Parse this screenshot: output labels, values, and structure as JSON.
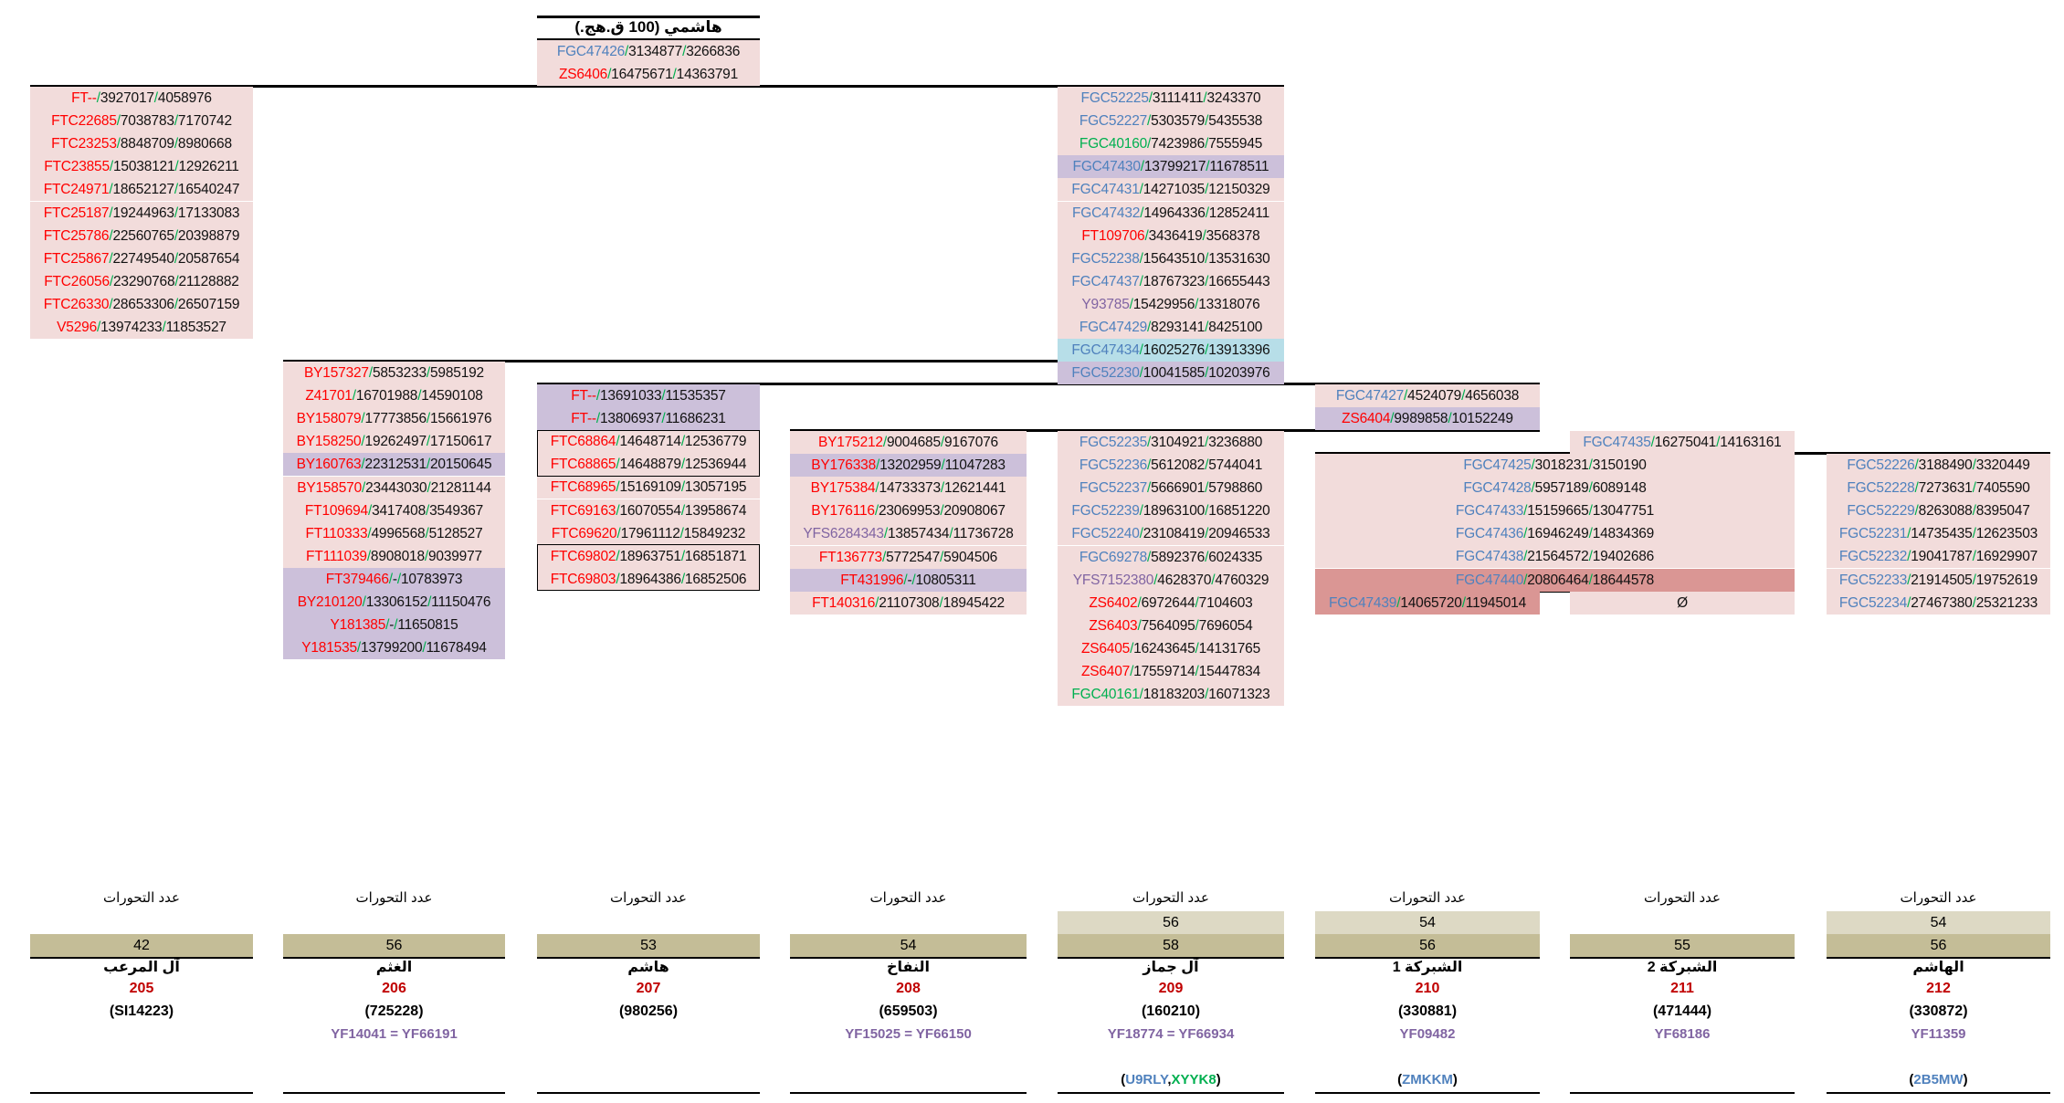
{
  "title": "هاشمي (100 ق.هج.)",
  "colors": {
    "slash": "#00b050",
    "snp_red": "#ff0000",
    "snp_blue": "#4f81bd",
    "snp_green": "#00b050",
    "snp_purple": "#8064a2",
    "bg_pink": "#f2dcdb",
    "bg_lavender": "#ccc0da",
    "bg_cyan": "#b7dee8",
    "bg_rose": "#da9694"
  },
  "groups": {
    "root": [
      {
        "snp": "FGC47426",
        "c": "blue",
        "a": "3134877",
        "b": "3266836",
        "bg": "pink"
      },
      {
        "snp": "ZS6406",
        "c": "red",
        "a": "16475671",
        "b": "14363791",
        "bg": "pink"
      }
    ],
    "col1": [
      {
        "snp": "FT--",
        "c": "red",
        "a": "3927017",
        "b": "4058976",
        "bg": "pink"
      },
      {
        "snp": "FTC22685",
        "c": "red",
        "a": "7038783",
        "b": "7170742",
        "bg": "pink"
      },
      {
        "snp": "FTC23253",
        "c": "red",
        "a": "8848709",
        "b": "8980668",
        "bg": "pink"
      },
      {
        "snp": "FTC23855",
        "c": "red",
        "a": "15038121",
        "b": "12926211",
        "bg": "pink"
      },
      {
        "snp": "FTC24971",
        "c": "red",
        "a": "18652127",
        "b": "16540247",
        "bg": "pink"
      },
      {
        "snp": "FTC25187",
        "c": "red",
        "a": "19244963",
        "b": "17133083",
        "bg": "pink"
      },
      {
        "snp": "FTC25786",
        "c": "red",
        "a": "22560765",
        "b": "20398879",
        "bg": "pink"
      },
      {
        "snp": "FTC25867",
        "c": "red",
        "a": "22749540",
        "b": "20587654",
        "bg": "pink"
      },
      {
        "snp": "FTC26056",
        "c": "red",
        "a": "23290768",
        "b": "21128882",
        "bg": "pink"
      },
      {
        "snp": "FTC26330",
        "c": "red",
        "a": "28653306",
        "b": "26507159",
        "bg": "pink"
      },
      {
        "snp": "V5296",
        "c": "red",
        "a": "13974233",
        "b": "11853527",
        "bg": "pink"
      }
    ],
    "col5top": [
      {
        "snp": "FGC52225",
        "c": "blue",
        "a": "3111411",
        "b": "3243370",
        "bg": "pink"
      },
      {
        "snp": "FGC52227",
        "c": "blue",
        "a": "5303579",
        "b": "5435538",
        "bg": "pink"
      },
      {
        "snp": "FGC40160",
        "c": "green",
        "a": "7423986",
        "b": "7555945",
        "bg": "pink"
      },
      {
        "snp": "FGC47430",
        "c": "blue",
        "a": "13799217",
        "b": "11678511",
        "bg": "lav"
      },
      {
        "snp": "FGC47431",
        "c": "blue",
        "a": "14271035",
        "b": "12150329",
        "bg": "pink"
      },
      {
        "snp": "FGC47432",
        "c": "blue",
        "a": "14964336",
        "b": "12852411",
        "bg": "pink"
      },
      {
        "snp": "FT109706",
        "c": "red",
        "a": "3436419",
        "b": "3568378",
        "bg": "pink"
      },
      {
        "snp": "FGC52238",
        "c": "blue",
        "a": "15643510",
        "b": "13531630",
        "bg": "pink"
      },
      {
        "snp": "FGC47437",
        "c": "blue",
        "a": "18767323",
        "b": "16655443",
        "bg": "pink"
      },
      {
        "snp": "Y93785",
        "c": "purple",
        "a": "15429956",
        "b": "13318076",
        "bg": "pink"
      },
      {
        "snp": "FGC47429",
        "c": "blue",
        "a": "8293141",
        "b": "8425100",
        "bg": "pink"
      },
      {
        "snp": "FGC47434",
        "c": "blue",
        "a": "16025276",
        "b": "13913396",
        "bg": "cyan"
      }
    ],
    "col5mid": [
      {
        "snp": "FGC52230",
        "c": "blue",
        "a": "10041585",
        "b": "10203976",
        "bg": "lav"
      }
    ],
    "col2": [
      {
        "snp": "BY157327",
        "c": "red",
        "a": "5853233",
        "b": "5985192",
        "bg": "pink"
      },
      {
        "snp": "Z41701",
        "c": "red",
        "a": "16701988",
        "b": "14590108",
        "bg": "pink"
      },
      {
        "snp": "BY158079",
        "c": "red",
        "a": "17773856",
        "b": "15661976",
        "bg": "pink"
      },
      {
        "snp": "BY158250",
        "c": "red",
        "a": "19262497",
        "b": "17150617",
        "bg": "pink"
      },
      {
        "snp": "BY160763",
        "c": "red",
        "a": "22312531",
        "b": "20150645",
        "bg": "lav"
      },
      {
        "snp": "BY158570",
        "c": "red",
        "a": "23443030",
        "b": "21281144",
        "bg": "pink"
      },
      {
        "snp": "FT109694",
        "c": "red",
        "a": "3417408",
        "b": "3549367",
        "bg": "pink"
      },
      {
        "snp": "FT110333",
        "c": "red",
        "a": "4996568",
        "b": "5128527",
        "bg": "pink"
      },
      {
        "snp": "FT111039",
        "c": "red",
        "a": "8908018",
        "b": "9039977",
        "bg": "pink"
      },
      {
        "snp": "FT379466",
        "c": "red",
        "a": "-",
        "b": "10783973",
        "bg": "lav"
      },
      {
        "snp": "BY210120",
        "c": "red",
        "a": "13306152",
        "b": "11150476",
        "bg": "lav"
      },
      {
        "snp": "Y181385",
        "c": "red",
        "a": "-",
        "b": "11650815",
        "bg": "lav"
      },
      {
        "snp": "Y181535",
        "c": "red",
        "a": "13799200",
        "b": "11678494",
        "bg": "lav"
      }
    ],
    "col3": [
      {
        "snp": "FT--",
        "c": "red",
        "a": "13691033",
        "b": "11535357",
        "bg": "lav"
      },
      {
        "snp": "FT--",
        "c": "red",
        "a": "13806937",
        "b": "11686231",
        "bg": "lav"
      },
      {
        "snp": "FTC68864",
        "c": "red",
        "a": "14648714",
        "b": "12536779",
        "bg": "pink"
      },
      {
        "snp": "FTC68865",
        "c": "red",
        "a": "14648879",
        "b": "12536944",
        "bg": "pink"
      },
      {
        "snp": "FTC68965",
        "c": "red",
        "a": "15169109",
        "b": "13057195",
        "bg": "pink"
      },
      {
        "snp": "FTC69163",
        "c": "red",
        "a": "16070554",
        "b": "13958674",
        "bg": "pink"
      },
      {
        "snp": "FTC69620",
        "c": "red",
        "a": "17961112",
        "b": "15849232",
        "bg": "pink"
      },
      {
        "snp": "FTC69802",
        "c": "red",
        "a": "18963751",
        "b": "16851871",
        "bg": "pink"
      },
      {
        "snp": "FTC69803",
        "c": "red",
        "a": "18964386",
        "b": "16852506",
        "bg": "pink"
      }
    ],
    "col4": [
      {
        "snp": "BY175212",
        "c": "red",
        "a": "9004685",
        "b": "9167076",
        "bg": "pink"
      },
      {
        "snp": "BY176338",
        "c": "red",
        "a": "13202959",
        "b": "11047283",
        "bg": "lav"
      },
      {
        "snp": "BY175384",
        "c": "red",
        "a": "14733373",
        "b": "12621441",
        "bg": "pink"
      },
      {
        "snp": "BY176116",
        "c": "red",
        "a": "23069953",
        "b": "20908067",
        "bg": "pink"
      },
      {
        "snp": "YFS6284343",
        "c": "purple",
        "a": "13857434",
        "b": "11736728",
        "bg": "pink"
      },
      {
        "snp": "FT136773",
        "c": "red",
        "a": "5772547",
        "b": "5904506",
        "bg": "pink"
      },
      {
        "snp": "FT431996",
        "c": "red",
        "a": "-",
        "b": "10805311",
        "bg": "lav"
      },
      {
        "snp": "FT140316",
        "c": "red",
        "a": "21107308",
        "b": "18945422",
        "bg": "pink"
      }
    ],
    "col5low": [
      {
        "snp": "FGC52235",
        "c": "blue",
        "a": "3104921",
        "b": "3236880",
        "bg": "pink"
      },
      {
        "snp": "FGC52236",
        "c": "blue",
        "a": "5612082",
        "b": "5744041",
        "bg": "pink"
      },
      {
        "snp": "FGC52237",
        "c": "blue",
        "a": "5666901",
        "b": "5798860",
        "bg": "pink"
      },
      {
        "snp": "FGC52239",
        "c": "blue",
        "a": "18963100",
        "b": "16851220",
        "bg": "pink"
      },
      {
        "snp": "FGC52240",
        "c": "blue",
        "a": "23108419",
        "b": "20946533",
        "bg": "pink"
      },
      {
        "snp": "FGC69278",
        "c": "blue",
        "a": "5892376",
        "b": "6024335",
        "bg": "pink"
      },
      {
        "snp": "YFS7152380",
        "c": "purple",
        "a": "4628370",
        "b": "4760329",
        "bg": "pink"
      },
      {
        "snp": "ZS6402",
        "c": "red",
        "a": "6972644",
        "b": "7104603",
        "bg": "pink"
      },
      {
        "snp": "ZS6403",
        "c": "red",
        "a": "7564095",
        "b": "7696054",
        "bg": "pink"
      },
      {
        "snp": "ZS6405",
        "c": "red",
        "a": "16243645",
        "b": "14131765",
        "bg": "pink"
      },
      {
        "snp": "ZS6407",
        "c": "red",
        "a": "17559714",
        "b": "15447834",
        "bg": "pink"
      },
      {
        "snp": "FGC40161",
        "c": "green",
        "a": "18183203",
        "b": "16071323",
        "bg": "pink"
      }
    ],
    "col6top": [
      {
        "snp": "FGC47427",
        "c": "blue",
        "a": "4524079",
        "b": "4656038",
        "bg": "pink"
      },
      {
        "snp": "ZS6404",
        "c": "red",
        "a": "9989858",
        "b": "10152249",
        "bg": "lav"
      }
    ],
    "col7top": [
      {
        "snp": "FGC47435",
        "c": "blue",
        "a": "16275041",
        "b": "14163161",
        "bg": "pink"
      }
    ],
    "col67merged": [
      {
        "snp": "FGC47425",
        "c": "blue",
        "a": "3018231",
        "b": "3150190",
        "bg": "pink"
      },
      {
        "snp": "FGC47428",
        "c": "blue",
        "a": "5957189",
        "b": "6089148",
        "bg": "pink"
      },
      {
        "snp": "FGC47433",
        "c": "blue",
        "a": "15159665",
        "b": "13047751",
        "bg": "pink"
      },
      {
        "snp": "FGC47436",
        "c": "blue",
        "a": "16946249",
        "b": "14834369",
        "bg": "pink"
      },
      {
        "snp": "FGC47438",
        "c": "blue",
        "a": "21564572",
        "b": "19402686",
        "bg": "pink"
      },
      {
        "snp": "FGC47440",
        "c": "blue",
        "a": "20806464",
        "b": "18644578",
        "bg": "rose"
      }
    ],
    "col6low": [
      {
        "snp": "FGC47439",
        "c": "blue",
        "a": "14065720",
        "b": "11945014",
        "bg": "rose"
      }
    ],
    "col7low_empty": "Ø",
    "col8": [
      {
        "snp": "FGC52226",
        "c": "blue",
        "a": "3188490",
        "b": "3320449",
        "bg": "pink"
      },
      {
        "snp": "FGC52228",
        "c": "blue",
        "a": "7273631",
        "b": "7405590",
        "bg": "pink"
      },
      {
        "snp": "FGC52229",
        "c": "blue",
        "a": "8263088",
        "b": "8395047",
        "bg": "pink"
      },
      {
        "snp": "FGC52231",
        "c": "blue",
        "a": "14735435",
        "b": "12623503",
        "bg": "pink"
      },
      {
        "snp": "FGC52232",
        "c": "blue",
        "a": "19041787",
        "b": "16929907",
        "bg": "pink"
      },
      {
        "snp": "FGC52233",
        "c": "blue",
        "a": "21914505",
        "b": "19752619",
        "bg": "pink"
      },
      {
        "snp": "FGC52234",
        "c": "blue",
        "a": "27467380",
        "b": "25321233",
        "bg": "pink"
      }
    ]
  },
  "footer": {
    "mutations_label": "عدد التحورات",
    "branches": [
      {
        "counts": [
          "42"
        ],
        "name": "آل المرعب",
        "number": "205",
        "id": "(SI14223)",
        "yf": "",
        "kit": []
      },
      {
        "counts": [
          "56"
        ],
        "name": "الغثم",
        "number": "206",
        "id": "(725228)",
        "yf": "YF14041 = YF66191",
        "kit": []
      },
      {
        "counts": [
          "53"
        ],
        "name": "هاشم",
        "number": "207",
        "id": "(980256)",
        "yf": "",
        "kit": []
      },
      {
        "counts": [
          "54"
        ],
        "name": "النفاخ",
        "number": "208",
        "id": "(659503)",
        "yf": "YF15025 = YF66150",
        "kit": []
      },
      {
        "counts": [
          "56",
          "58"
        ],
        "name": "آل جماز",
        "number": "209",
        "id": "(160210)",
        "yf": "YF18774 = YF66934",
        "kit": [
          {
            "t": "(",
            "c": "black"
          },
          {
            "t": "U9RLY",
            "c": "blue"
          },
          {
            "t": ",",
            "c": "black"
          },
          {
            "t": "XYYK8",
            "c": "green"
          },
          {
            "t": ")",
            "c": "black"
          }
        ]
      },
      {
        "counts": [
          "54",
          "56"
        ],
        "name": "الشبركة 1",
        "number": "210",
        "id": "(330881)",
        "yf": "YF09482",
        "kit": [
          {
            "t": "(",
            "c": "black"
          },
          {
            "t": "ZMKKM",
            "c": "blue"
          },
          {
            "t": ")",
            "c": "black"
          }
        ]
      },
      {
        "counts": [
          "55"
        ],
        "name": "الشبركة 2",
        "number": "211",
        "id": "(471444)",
        "yf": "YF68186",
        "kit": []
      },
      {
        "counts": [
          "54",
          "56"
        ],
        "name": "الهاشم",
        "number": "212",
        "id": "(330872)",
        "yf": "YF11359",
        "kit": [
          {
            "t": "(",
            "c": "black"
          },
          {
            "t": "2B5MW",
            "c": "blue"
          },
          {
            "t": ")",
            "c": "black"
          }
        ]
      }
    ]
  }
}
